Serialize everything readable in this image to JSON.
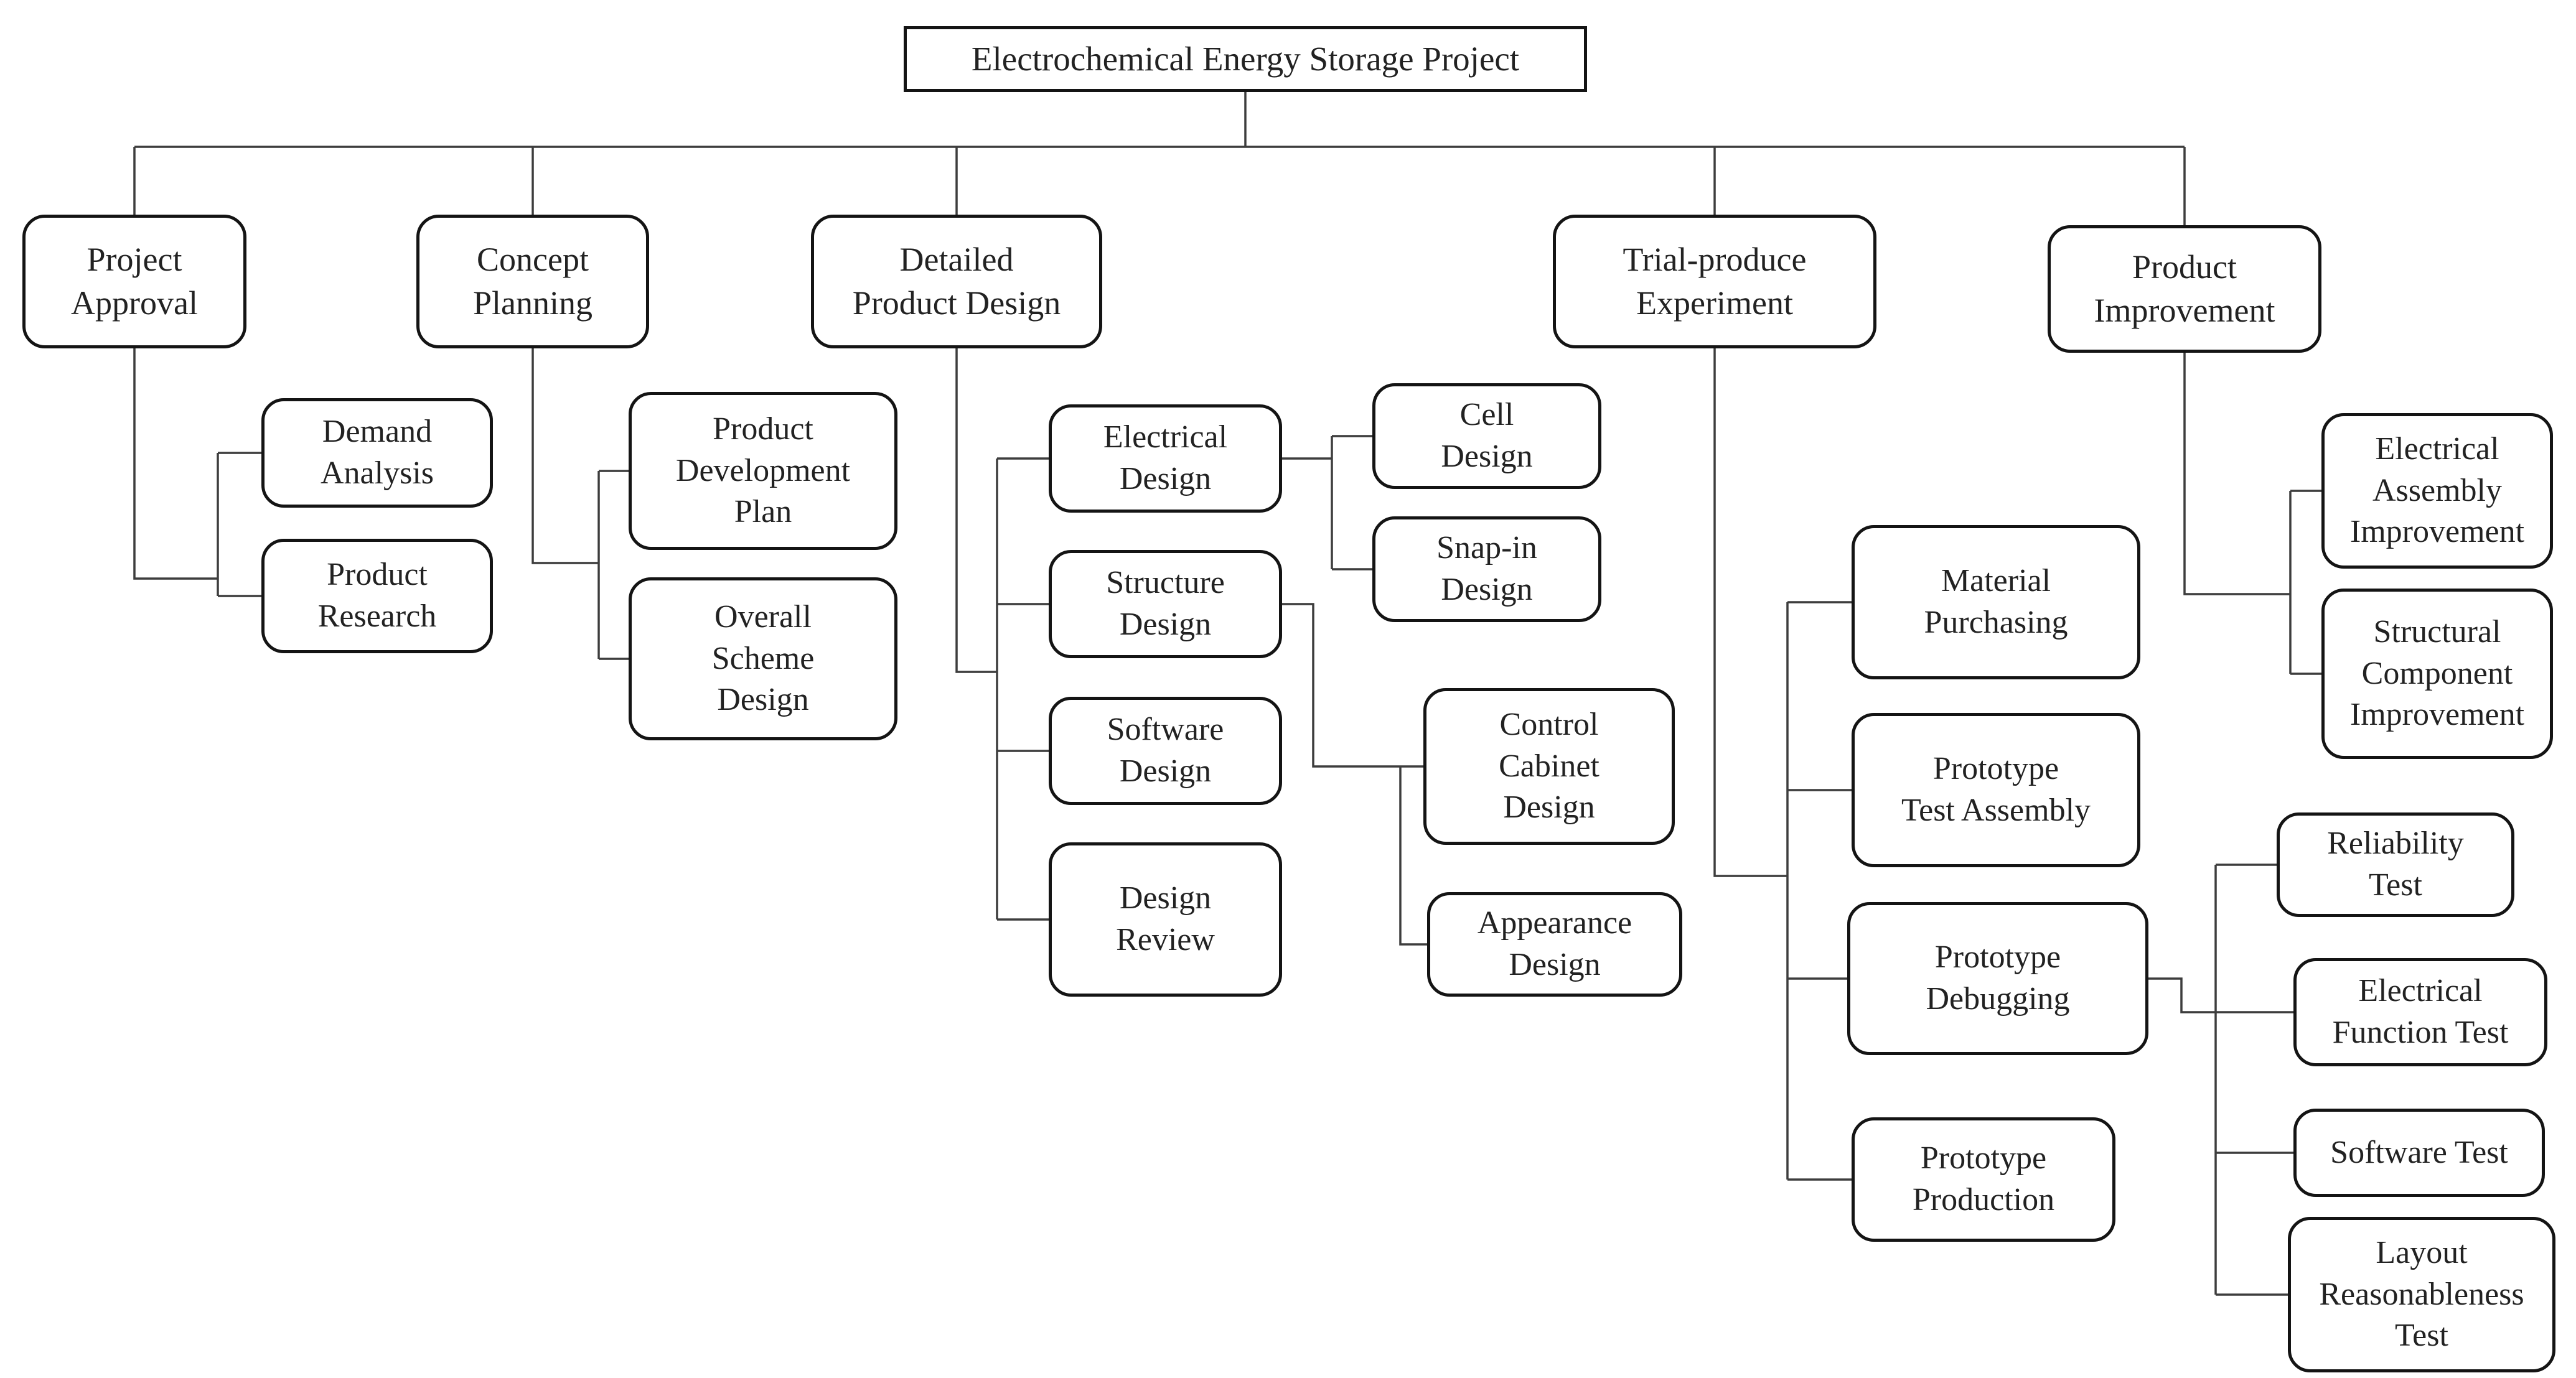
{
  "colors": {
    "background": "#ffffff",
    "box_border": "#141414",
    "connector_line": "#3d3d3d",
    "text": "#222222"
  },
  "tree": {
    "label": "Electrochemical Energy Storage Project",
    "children": [
      {
        "label": "Project\nApproval",
        "children": [
          {
            "label": "Demand\nAnalysis"
          },
          {
            "label": "Product\nResearch"
          }
        ]
      },
      {
        "label": "Concept\nPlanning",
        "children": [
          {
            "label": "Product\nDevelopment\nPlan"
          },
          {
            "label": "Overall\nScheme\nDesign"
          }
        ]
      },
      {
        "label": "Detailed\nProduct Design",
        "children": [
          {
            "label": "Electrical\nDesign",
            "children": [
              {
                "label": "Cell\nDesign"
              },
              {
                "label": "Snap-in\nDesign"
              }
            ]
          },
          {
            "label": "Structure\nDesign",
            "children": [
              {
                "label": "Control\nCabinet\nDesign"
              },
              {
                "label": "Appearance\nDesign"
              }
            ]
          },
          {
            "label": "Software\nDesign"
          },
          {
            "label": "Design\nReview"
          }
        ]
      },
      {
        "label": "Trial-produce\nExperiment",
        "children": [
          {
            "label": "Material\nPurchasing"
          },
          {
            "label": "Prototype\nTest Assembly"
          },
          {
            "label": "Prototype\nDebugging",
            "children": [
              {
                "label": "Reliability\nTest"
              },
              {
                "label": "Electrical\nFunction Test"
              },
              {
                "label": "Software Test"
              },
              {
                "label": "Layout\nReasonableness\nTest"
              }
            ]
          },
          {
            "label": "Prototype\nProduction"
          }
        ]
      },
      {
        "label": "Product\nImprovement",
        "children": [
          {
            "label": "Electrical\nAssembly\nImprovement"
          },
          {
            "label": "Structural\nComponent\nImprovement"
          }
        ]
      }
    ]
  }
}
